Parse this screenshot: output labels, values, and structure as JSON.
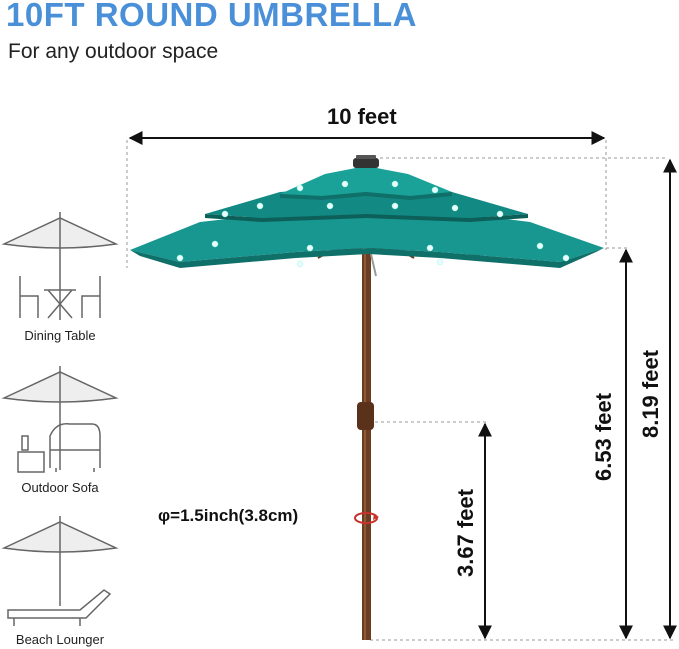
{
  "header": {
    "title": "10FT ROUND UMBRELLA",
    "subtitle": "For any outdoor space"
  },
  "dimensions": {
    "width_label": "10 feet",
    "pole_diameter_label": "φ=1.5inch(3.8cm)",
    "crank_height_label": "3.67 feet",
    "canopy_edge_height_label": "6.53 feet",
    "total_height_label": "8.19 feet"
  },
  "usage_scenes": [
    {
      "label": "Dining Table"
    },
    {
      "label": "Outdoor Sofa"
    },
    {
      "label": "Beach Lounger"
    }
  ],
  "colors": {
    "canopy": "#17978f",
    "canopy_dark": "#0f6f69",
    "pole": "#6b3d22",
    "title": "#4a90d9",
    "rotation_arrow": "#c8322a"
  }
}
